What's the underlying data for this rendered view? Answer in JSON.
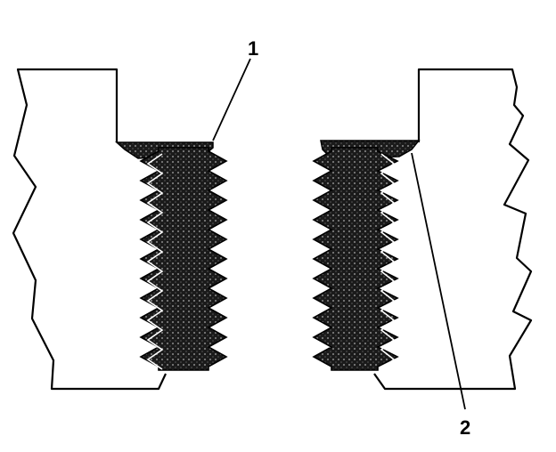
{
  "diagram": {
    "callouts": [
      {
        "id": "callout-1",
        "label": "1"
      },
      {
        "id": "callout-2",
        "label": "2"
      }
    ],
    "colors": {
      "outline": "#000000",
      "background": "#ffffff",
      "thread_fill": "#1a1a1a",
      "thread_highlight": "#7a7a7a"
    }
  }
}
